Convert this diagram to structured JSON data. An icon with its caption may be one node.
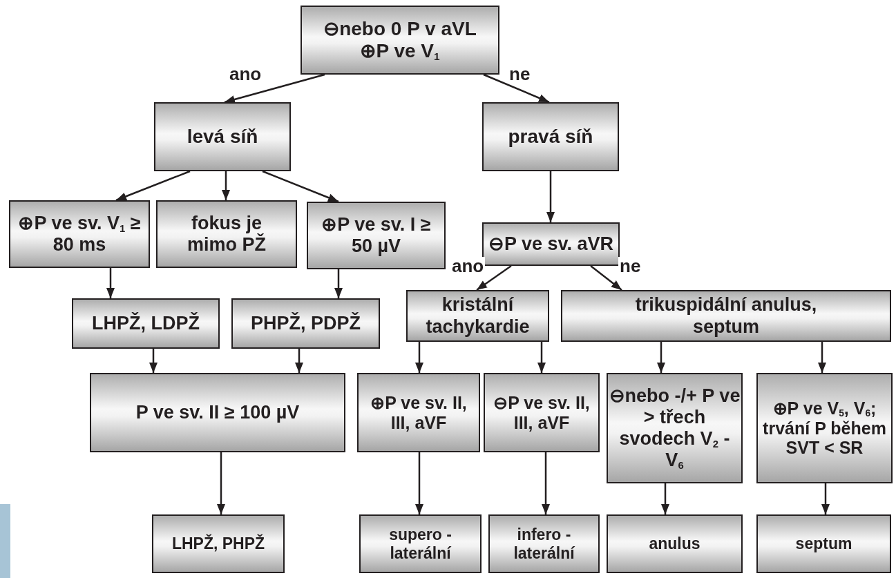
{
  "diagram": {
    "nodes": [
      {
        "text": [
          "⊖nebo 0 P v aVL",
          "⊕P ve V$_{1}$"
        ]
      },
      {
        "text": [
          "levá síň"
        ]
      },
      {
        "text": [
          "pravá síň"
        ]
      },
      {
        "text": [
          "⊕P ve sv. V$_{1}$ ≥ 80 ms"
        ]
      },
      {
        "text": [
          "fokus je mimo PŽ"
        ]
      },
      {
        "text": [
          "⊕P ve sv. I ≥ 50 µV"
        ]
      },
      {
        "text": [
          "⊖P ve sv. aVR"
        ]
      },
      {
        "text": [
          "LHPŽ, LDPŽ"
        ]
      },
      {
        "text": [
          "PHPŽ, PDPŽ"
        ]
      },
      {
        "text": [
          "kristální tachykardie"
        ]
      },
      {
        "text": [
          "trikuspidální anulus, septum"
        ]
      },
      {
        "text": [
          "P ve sv. II ≥ 100 µV"
        ]
      },
      {
        "text": [
          "⊕P ve sv. II, III, aVF"
        ]
      },
      {
        "text": [
          "⊖P ve sv. II, III, aVF"
        ]
      },
      {
        "text": [
          "⊖nebo -/+ P ve > třech svodech V$_{2}$ - V$_{6}$"
        ]
      },
      {
        "text": [
          "⊕P ve V$_{5}$, V$_{6}$; trvání P během SVT < SR"
        ]
      },
      {
        "text": [
          "LHPŽ, PHPŽ"
        ]
      },
      {
        "text": [
          "supero - laterální"
        ]
      },
      {
        "text": [
          "infero - laterální"
        ]
      },
      {
        "text": [
          "anulus"
        ]
      },
      {
        "text": [
          "septum"
        ]
      }
    ],
    "edges": [
      {
        "from": 0,
        "to": 1,
        "arrow": "to",
        "label": "ano"
      },
      {
        "from": 0,
        "to": 2,
        "arrow": "to",
        "label": "ne"
      },
      {
        "from": 1,
        "to": 3,
        "arrow": "to"
      },
      {
        "from": 1,
        "to": 4,
        "arrow": "to"
      },
      {
        "from": 1,
        "to": 5,
        "arrow": "to"
      },
      {
        "from": 2,
        "to": 6,
        "arrow": "to"
      },
      {
        "from": 6,
        "to": 9,
        "arrow": "to",
        "label": "ano"
      },
      {
        "from": 6,
        "to": 10,
        "arrow": "to",
        "label": "ne"
      },
      {
        "from": 3,
        "to": 7,
        "arrow": "to"
      },
      {
        "from": 5,
        "to": 8,
        "arrow": "to"
      },
      {
        "from": 7,
        "to": 11,
        "arrow": "to"
      },
      {
        "from": 8,
        "to": 11,
        "arrow": "to"
      },
      {
        "from": 9,
        "to": 12,
        "arrow": "to"
      },
      {
        "from": 9,
        "to": 13,
        "arrow": "to"
      },
      {
        "from": 10,
        "to": 14,
        "arrow": "to"
      },
      {
        "from": 10,
        "to": 15,
        "arrow": "to"
      },
      {
        "from": 11,
        "to": 16,
        "arrow": "to"
      },
      {
        "from": 12,
        "to": 17,
        "arrow": "to"
      },
      {
        "from": 13,
        "to": 18,
        "arrow": "to"
      },
      {
        "from": 14,
        "to": 19,
        "arrow": "to"
      },
      {
        "from": 15,
        "to": 20,
        "arrow": "to"
      }
    ]
  }
}
